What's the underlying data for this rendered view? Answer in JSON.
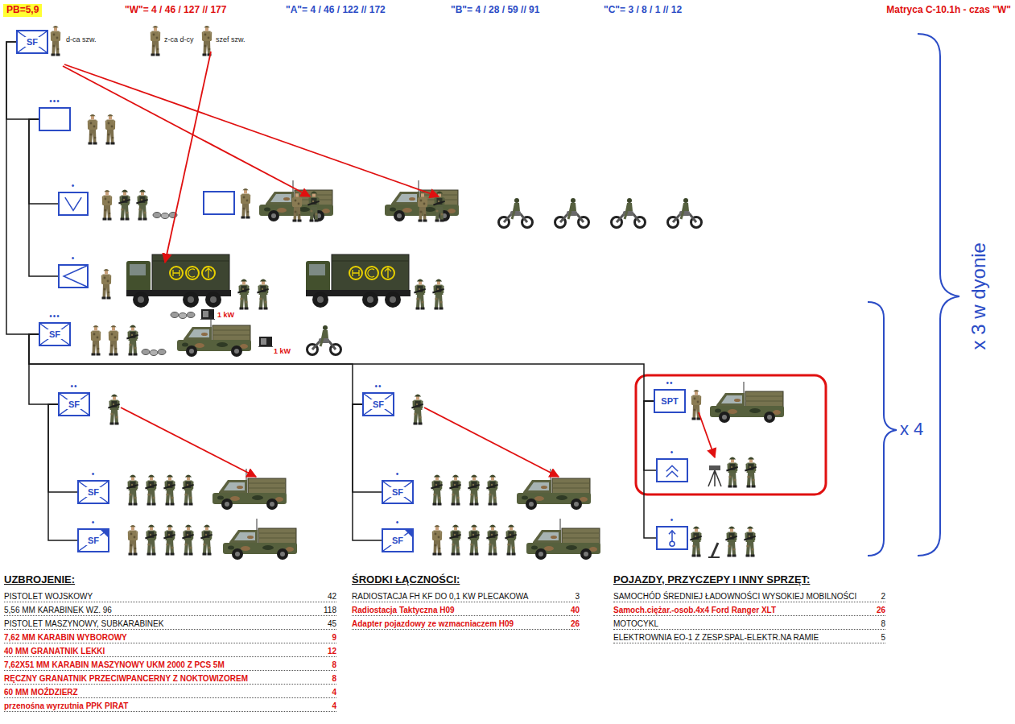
{
  "diagram": {
    "nodes": [
      {
        "text": [
          "SF"
        ]
      },
      {
        "text": [
          "•••"
        ]
      },
      {
        "text": [
          "•"
        ]
      },
      {
        "text": [
          "•"
        ]
      },
      {
        "text": [
          "•••",
          "SF"
        ]
      },
      {
        "text": [
          "••",
          "SF"
        ]
      },
      {
        "text": [
          "•",
          "SF"
        ]
      },
      {
        "text": [
          "•",
          "SF"
        ]
      },
      {
        "text": [
          "••",
          "SF"
        ]
      },
      {
        "text": [
          "•",
          "SF"
        ]
      },
      {
        "text": [
          "•",
          "SF"
        ]
      },
      {
        "text": [
          "••",
          "SPT"
        ]
      },
      {
        "text": [
          "•"
        ]
      },
      {
        "text": [
          "•"
        ]
      }
    ],
    "edges": [
      {
        "from": 0,
        "to": 1,
        "arrow": "none"
      },
      {
        "from": 0,
        "to": 4,
        "arrow": "none"
      },
      {
        "from": 1,
        "to": 2,
        "arrow": "none"
      },
      {
        "from": 1,
        "to": 3,
        "arrow": "none"
      },
      {
        "from": 4,
        "to": 5,
        "arrow": "none"
      },
      {
        "from": 4,
        "to": 8,
        "arrow": "none"
      },
      {
        "from": 4,
        "to": 11,
        "arrow": "none"
      },
      {
        "from": 5,
        "to": 6,
        "arrow": "none"
      },
      {
        "from": 5,
        "to": 7,
        "arrow": "none"
      },
      {
        "from": 8,
        "to": 9,
        "arrow": "none"
      },
      {
        "from": 8,
        "to": 10,
        "arrow": "none"
      },
      {
        "from": 11,
        "to": 12,
        "arrow": "none"
      },
      {
        "from": 11,
        "to": 13,
        "arrow": "none"
      }
    ],
    "labels": [
      "PB=5,9",
      "\"W\"= 4 / 46 / 127 // 177",
      "\"A\"= 4 / 46 / 122 // 172",
      "\"B\"= 4 / 28 / 59 // 91",
      "\"C\"= 3 / 8 / 1 // 12",
      "Matryca C-10.1h - czas \"W\"",
      "d-ca szw.",
      "z-ca d-cy",
      "szef szw.",
      "1 kW",
      "1 kW",
      "x 3 w dyonie",
      "x 4",
      "UZBROJENIE:",
      "PISTOLET WOJSKOWY",
      "42",
      "5,56 MM KARABINEK WZ. 96",
      "118",
      "PISTOLET MASZYNOWY, SUBKARABINEK",
      "45",
      "7,62 MM KARABIN WYBOROWY",
      "9",
      "40 MM GRANATNIK LEKKI",
      "12",
      "7,62X51 MM KARABIN MASZYNOWY UKM 2000 Z PCS 5M",
      "8",
      "RĘCZNY GRANATNIK PRZECIWPANCERNY Z NOKTOWIZOREM",
      "8",
      "60 MM MOŹDZIERZ",
      "4",
      "przenośna wyrzutnia PPK PIRAT",
      "4",
      "ŚRODKI ŁĄCZNOŚCI:",
      "RADIOSTACJA FH KF DO 0,1 KW PLECAKOWA",
      "3",
      "Radiostacja Taktyczna H09",
      "40",
      "Adapter pojazdowy ze wzmacniaczem H09",
      "26",
      "POJAZDY, PRZYCZEPY I INNY SPRZĘT:",
      "SAMOCHÓD ŚREDNIEJ ŁADOWNOŚCI WYSOKIEJ MOBILNOŚCI",
      "2",
      "Samoch.ciężar.-osob.4x4 Ford Ranger XLT",
      "26",
      "MOTOCYKL",
      "8",
      "ELEKTROWNIA EO-1 Z ZESP.SPAL-ELEKTR.NA RAMIE",
      "5"
    ]
  }
}
